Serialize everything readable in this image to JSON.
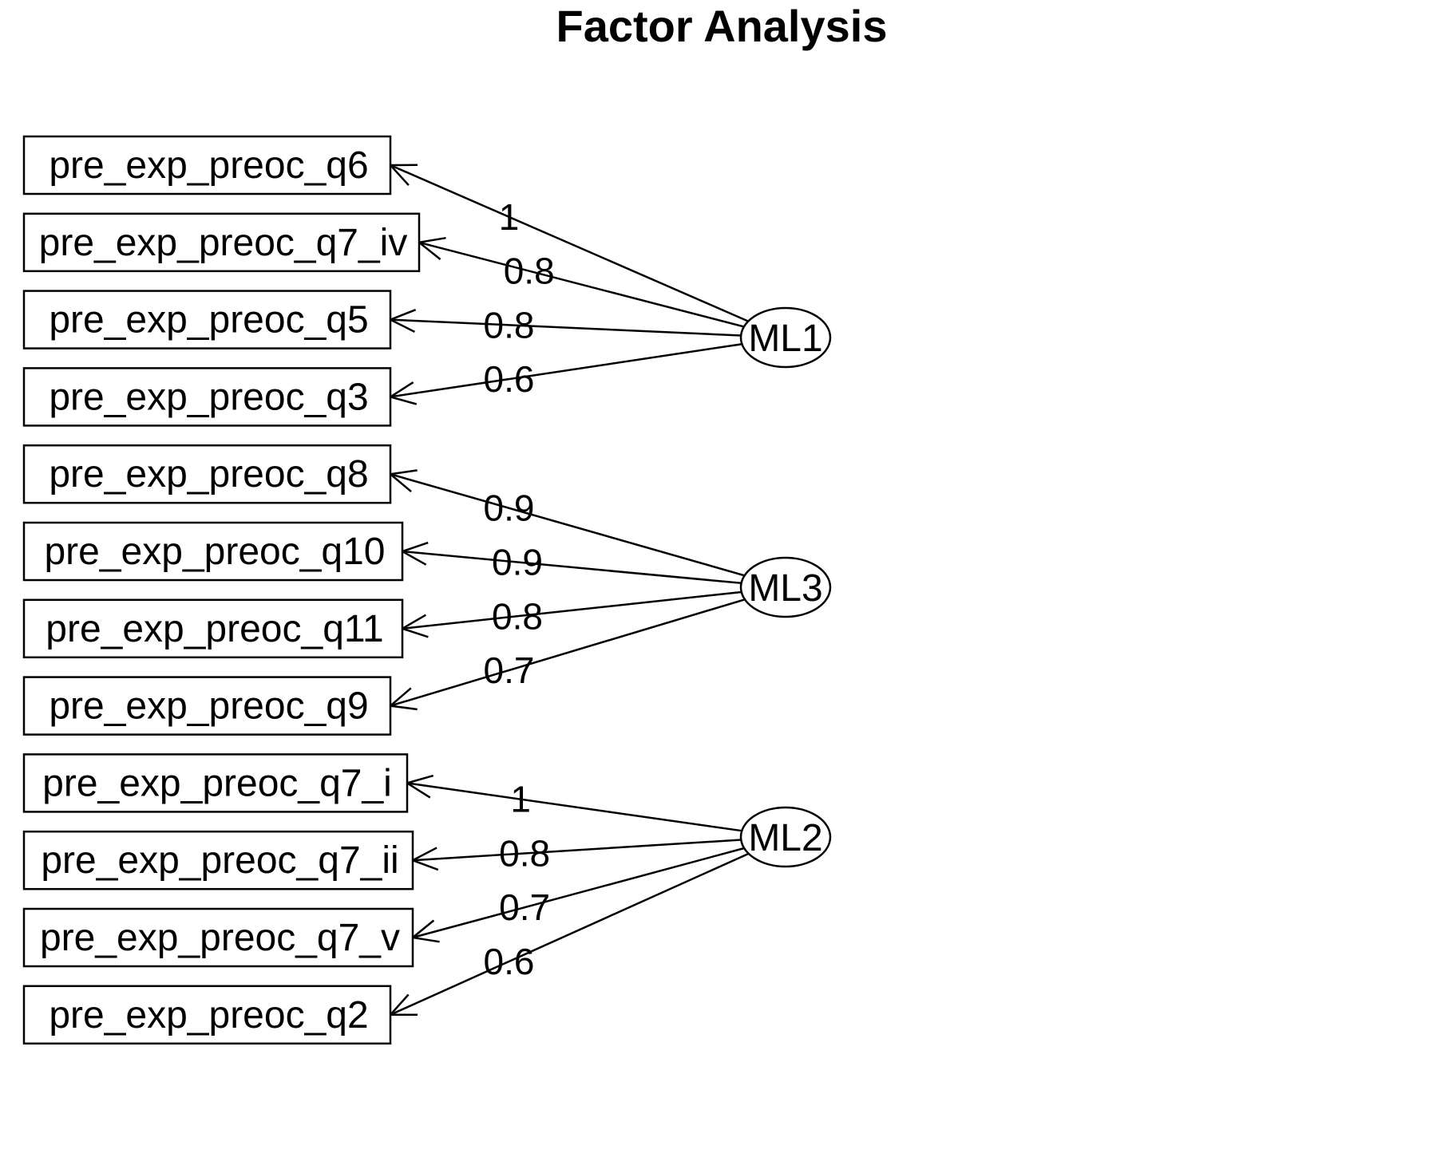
{
  "title": "Factor Analysis",
  "variables": [
    "pre_exp_preoc_q6",
    "pre_exp_preoc_q7_iv",
    "pre_exp_preoc_q5",
    "pre_exp_preoc_q3",
    "pre_exp_preoc_q8",
    "pre_exp_preoc_q10",
    "pre_exp_preoc_q11",
    "pre_exp_preoc_q9",
    "pre_exp_preoc_q7_i",
    "pre_exp_preoc_q7_ii",
    "pre_exp_preoc_q7_v",
    "pre_exp_preoc_q2"
  ],
  "factors": [
    {
      "name": "ML1",
      "loadings": [
        {
          "variable": "pre_exp_preoc_q6",
          "value": "1"
        },
        {
          "variable": "pre_exp_preoc_q7_iv",
          "value": "0.8"
        },
        {
          "variable": "pre_exp_preoc_q5",
          "value": "0.8"
        },
        {
          "variable": "pre_exp_preoc_q3",
          "value": "0.6"
        }
      ]
    },
    {
      "name": "ML3",
      "loadings": [
        {
          "variable": "pre_exp_preoc_q8",
          "value": "0.9"
        },
        {
          "variable": "pre_exp_preoc_q10",
          "value": "0.9"
        },
        {
          "variable": "pre_exp_preoc_q11",
          "value": "0.8"
        },
        {
          "variable": "pre_exp_preoc_q9",
          "value": "0.7"
        }
      ]
    },
    {
      "name": "ML2",
      "loadings": [
        {
          "variable": "pre_exp_preoc_q7_i",
          "value": "1"
        },
        {
          "variable": "pre_exp_preoc_q7_ii",
          "value": "0.8"
        },
        {
          "variable": "pre_exp_preoc_q7_v",
          "value": "0.7"
        },
        {
          "variable": "pre_exp_preoc_q2",
          "value": "0.6"
        }
      ]
    }
  ]
}
